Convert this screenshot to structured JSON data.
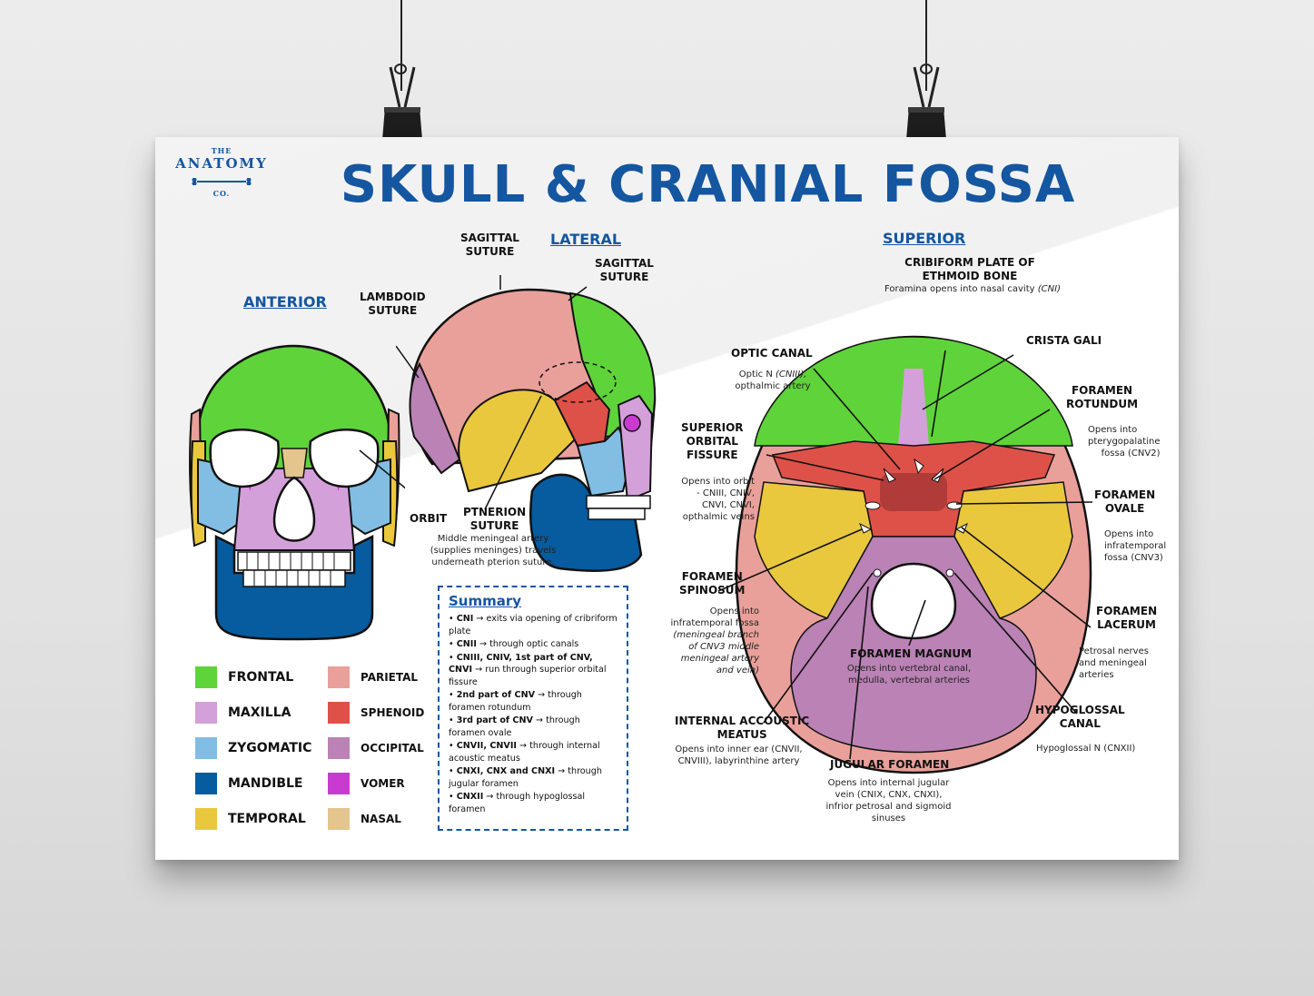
{
  "title": "SKULL & CRANIAL FOSSA",
  "logo": {
    "top": "THE",
    "main": "ANATOMY",
    "bottom": "CO."
  },
  "sections": {
    "anterior": "ANTERIOR",
    "lateral": "LATERAL",
    "superior": "SUPERIOR"
  },
  "colors": {
    "frontal": "#5fd33a",
    "maxilla": "#d4a0da",
    "zygomatic": "#82bde3",
    "mandible": "#075b9f",
    "temporal": "#e9c83e",
    "parietal": "#e9a09a",
    "sphenoid": "#de5148",
    "occipital": "#ba82b5",
    "vomer": "#c93bd0",
    "nasal": "#e3c58d",
    "brand": "#1456a0"
  },
  "lateral_labels": {
    "sagittal_1": [
      "SAGITTAL",
      "SUTURE"
    ],
    "sagittal_2": [
      "SAGITTAL",
      "SUTURE"
    ],
    "lambdoid": [
      "LAMBDOID",
      "SUTURE"
    ],
    "ptnerion": [
      "PTNERION",
      "SUTURE"
    ],
    "ptnerion_note": [
      "Middle meningeal artery",
      "(supplies meninges) travels",
      "underneath pterion suture."
    ],
    "orbit": "ORBIT"
  },
  "legend": [
    {
      "label": "FRONTAL",
      "color": "#5fd33a"
    },
    {
      "label": "MAXILLA",
      "color": "#d4a0da"
    },
    {
      "label": "ZYGOMATIC",
      "color": "#82bde3"
    },
    {
      "label": "MANDIBLE",
      "color": "#075b9f"
    },
    {
      "label": "TEMPORAL",
      "color": "#e9c83e"
    },
    {
      "label": "PARIETAL",
      "color": "#e9a09a"
    },
    {
      "label": "SPHENOID",
      "color": "#de5148"
    },
    {
      "label": "OCCIPITAL",
      "color": "#ba82b5"
    },
    {
      "label": "VOMER",
      "color": "#c93bd0"
    },
    {
      "label": "NASAL",
      "color": "#e3c58d"
    }
  ],
  "summary": {
    "heading": "Summary",
    "items": [
      {
        "b": "CNI",
        "t": " → exits via opening of cribriform plate"
      },
      {
        "b": "CNII",
        "t": " →  through optic canals"
      },
      {
        "b": "CNIII, CNIV, 1st part of CNV, CNVI",
        "t": " →  run through superior orbital fissure"
      },
      {
        "b": "2nd part of CNV",
        "t": " →  through foramen rotundum"
      },
      {
        "b": "3rd part of CNV",
        "t": " →  through foramen ovale"
      },
      {
        "b": "CNVII, CNVII",
        "t": " →  through internal acoustic meatus"
      },
      {
        "b": "CNXI, CNX and CNXI",
        "t": " →  through jugular foramen"
      },
      {
        "b": "CNXII",
        "t": " →  through hypoglossal foramen"
      }
    ]
  },
  "superior": {
    "cribriform": {
      "title": [
        "CRIBIFORM PLATE OF",
        "ETHMOID BONE"
      ],
      "note": "Foramina opens into nasal cavity",
      "note_i": "(CNI)"
    },
    "crista": "CRISTA GALI",
    "optic": {
      "title": "OPTIC CANAL",
      "note1": "Optic N",
      "note1_i": "(CNIII),",
      "note2": "opthalmic artery"
    },
    "rotundum": {
      "title": [
        "FORAMEN",
        "ROTUNDUM"
      ],
      "note": [
        "Opens into",
        "pterygopalatine",
        "fossa (CNV2)"
      ]
    },
    "sof": {
      "title": [
        "SUPERIOR",
        "ORBITAL",
        "FISSURE"
      ],
      "note": [
        "Opens into orbit",
        "- CNIII, CNIV,",
        "CNVI, CNVI,",
        "opthalmic veins"
      ]
    },
    "ovale": {
      "title": [
        "FORAMEN",
        "OVALE"
      ],
      "note": [
        "Opens into",
        "infratemporal",
        "fossa (CNV3)"
      ]
    },
    "spinosum": {
      "title": [
        "FORAMEN",
        "SPINOSUM"
      ],
      "note": [
        "Opens into",
        "infratemporal fossa",
        "(meningeal branch",
        "of CNV3 middle",
        "meningeal artery",
        "and vein)"
      ]
    },
    "lacerum": {
      "title": [
        "FORAMEN",
        "LACERUM"
      ],
      "note": [
        "Petrosal nerves",
        "and meningeal",
        "arteries"
      ]
    },
    "magnum": {
      "title": "FORAMEN MAGNUM",
      "note": [
        "Opens into vertebral canal,",
        "medulla, vertebral arteries"
      ]
    },
    "iam": {
      "title": [
        "INTERNAL ACCOUSTIC",
        "MEATUS"
      ],
      "note": [
        "Opens into inner ear (CNVII,",
        "CNVIII), labyrinthine artery"
      ]
    },
    "hypoglossal": {
      "title": [
        "HYPOGLOSSAL",
        "CANAL"
      ],
      "note": "Hypoglossal N (CNXII)"
    },
    "jugular": {
      "title": "JUGULAR FORAMEN",
      "note": [
        "Opens into internal jugular",
        "vein (CNIX, CNX, CNXI),",
        "infrior petrosal and sigmoid",
        "sinuses"
      ]
    }
  }
}
